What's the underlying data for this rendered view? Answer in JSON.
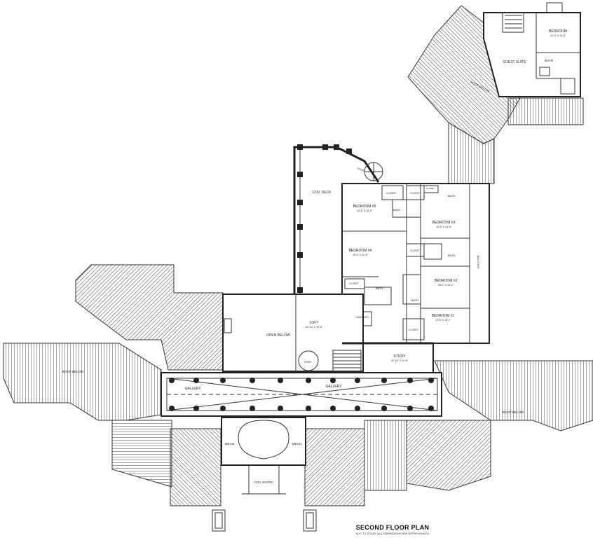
{
  "title": "SECOND FLOOR PLAN",
  "note": "NOT TO SCALE (ALL DIMENSIONS ARE APPROXIMATE)",
  "rooms": {
    "guest_bedroom": {
      "name": "BEDROOM",
      "dim": "10'-0\" X 13'-8\""
    },
    "guest_suite": {
      "name": "GUEST SUITE"
    },
    "guest_bath": {
      "name": "BATH"
    },
    "roof_below_1": {
      "name": "ROOF BELOW"
    },
    "cov_deck": {
      "name": "COV. DECK"
    },
    "stair_top": {
      "name": "STAIR"
    },
    "bedroom5": {
      "name": "BEDROOM #5",
      "dim": "13'-8\" X 13'-0\""
    },
    "bedroom4": {
      "name": "BEDROOM #4",
      "dim": "15'-0\" X 13'-8\""
    },
    "bedroom3": {
      "name": "BEDROOM #3",
      "dim": "15'-6\" X 14'-6\""
    },
    "bedroom2": {
      "name": "BEDROOM #2",
      "dim": "18'-0\" X 13'-1\""
    },
    "bedroom1": {
      "name": "BEDROOM #1",
      "dim": "14'-8\" X 13'-1\""
    },
    "closet_a": {
      "name": "CLOSET"
    },
    "closet_b": {
      "name": "CLOSET"
    },
    "closet_c": {
      "name": "CLOSET"
    },
    "closet_d": {
      "name": "CLOSET"
    },
    "closet_e": {
      "name": "CLOSET"
    },
    "closet_f": {
      "name": "CLOSET"
    },
    "bath_a": {
      "name": "BATH"
    },
    "bath_b": {
      "name": "BATH"
    },
    "bath_c": {
      "name": "BATH"
    },
    "bath_d": {
      "name": "BATH"
    },
    "bath_e": {
      "name": "BATH"
    },
    "balcony": {
      "name": "BALCONY"
    },
    "laundry": {
      "name": "LAUNDRY"
    },
    "loft": {
      "name": "LOFT",
      "dim": "22'-10\" X 19'-6\""
    },
    "open_below": {
      "name": "OPEN BELOW"
    },
    "study": {
      "name": "STUDY",
      "dim": "22'-10\" X 14'-8\""
    },
    "stair_mid": {
      "name": "STAIR"
    },
    "gallery_left": {
      "name": "GALLERY"
    },
    "gallery_mid": {
      "name": "GALLERY"
    },
    "roof_below_2": {
      "name": "ROOF BELOW"
    },
    "roof_below_3": {
      "name": "ROOF BELOW"
    },
    "mech_left": {
      "name": "MECH."
    },
    "mech_right": {
      "name": "MECH."
    },
    "cov_entry": {
      "name": "COV. ENTRY"
    }
  }
}
